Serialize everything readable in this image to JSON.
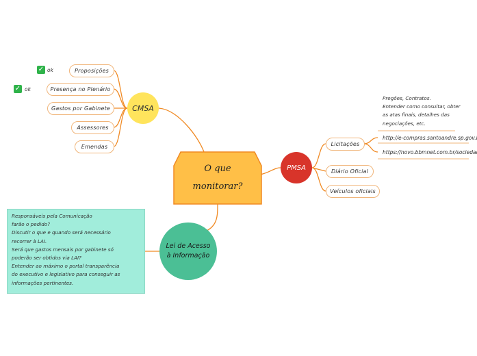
{
  "center": {
    "line1": "O que",
    "line2": "monitorar?"
  },
  "cmsa": {
    "label": "CMSA",
    "items": [
      {
        "label": "Proposições",
        "status": "ok"
      },
      {
        "label": "Presença no Plenário",
        "status": "ok"
      },
      {
        "label": "Gastos por Gabinete"
      },
      {
        "label": "Assessores"
      },
      {
        "label": "Emendas"
      }
    ]
  },
  "pmsa": {
    "label": "PMSA",
    "items": [
      {
        "label": "Licitações"
      },
      {
        "label": "Diário Oficial"
      },
      {
        "label": "Veículos oficiais"
      }
    ],
    "licitacoes_note": [
      "Pregões, Contratos.",
      "Entender como consultar, obter",
      "as atas finais, detalhes das",
      "negociações, etc."
    ],
    "links": [
      "http://e-compras.santoandre.sp.gov.br/",
      "https://novo.bbmnet.com.br/sociedade/"
    ]
  },
  "lai": {
    "label_line1": "Lei de Acesso",
    "label_line2": "à Informação",
    "notes": [
      "Responsáveis pela Comunicação",
      "farão o pedido?",
      "Discutir o que e quando será necessário",
      "recorrer à LAI.",
      "Será que gastos mensais por gabinete só",
      "poderão ser obtidos via LAI?",
      "Entender ao máximo o portal transparência",
      "do executivo e legislativo para conseguir as",
      "informações pertinentes."
    ]
  },
  "colors": {
    "center_fill": "#ffbf47",
    "center_stroke": "#f08a24",
    "cmsa_fill": "#ffe45c",
    "pmsa_fill": "#d8342a",
    "lai_fill": "#4bbf95",
    "notes_fill": "#a1eddb",
    "link_line": "#f08a24",
    "check": "#2fb34a"
  },
  "icons": {
    "check": "check-mark-icon"
  }
}
